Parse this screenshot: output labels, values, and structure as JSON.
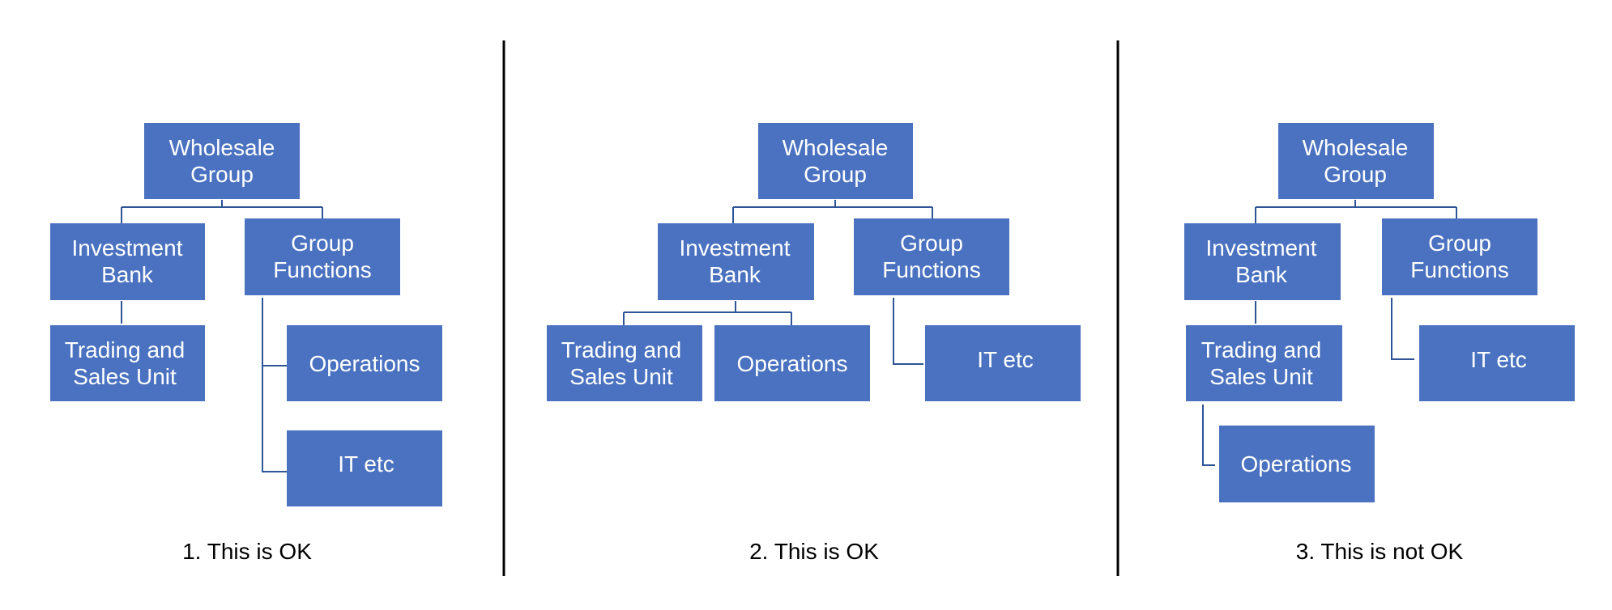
{
  "panels": [
    {
      "caption": "1. This is OK",
      "boxes": {
        "wholesale": [
          "Wholesale",
          "Group"
        ],
        "investment": [
          "Investment",
          "Bank"
        ],
        "group_functions": [
          "Group",
          "Functions"
        ],
        "trading": [
          "Trading and",
          "Sales Unit"
        ],
        "operations": "Operations",
        "it": "IT etc"
      }
    },
    {
      "caption": "2. This is OK",
      "boxes": {
        "wholesale": [
          "Wholesale",
          "Group"
        ],
        "investment": [
          "Investment",
          "Bank"
        ],
        "group_functions": [
          "Group",
          "Functions"
        ],
        "trading": [
          "Trading and",
          "Sales Unit"
        ],
        "operations": "Operations",
        "it": "IT etc"
      }
    },
    {
      "caption": "3. This is not OK",
      "boxes": {
        "wholesale": [
          "Wholesale",
          "Group"
        ],
        "investment": [
          "Investment",
          "Bank"
        ],
        "group_functions": [
          "Group",
          "Functions"
        ],
        "trading": [
          "Trading and",
          "Sales Unit"
        ],
        "operations": "Operations",
        "it": "IT etc"
      }
    }
  ],
  "colors": {
    "box_fill": "#4a72c0",
    "connector": "#2f5597",
    "divider": "#000000",
    "text": "#ffffff"
  }
}
